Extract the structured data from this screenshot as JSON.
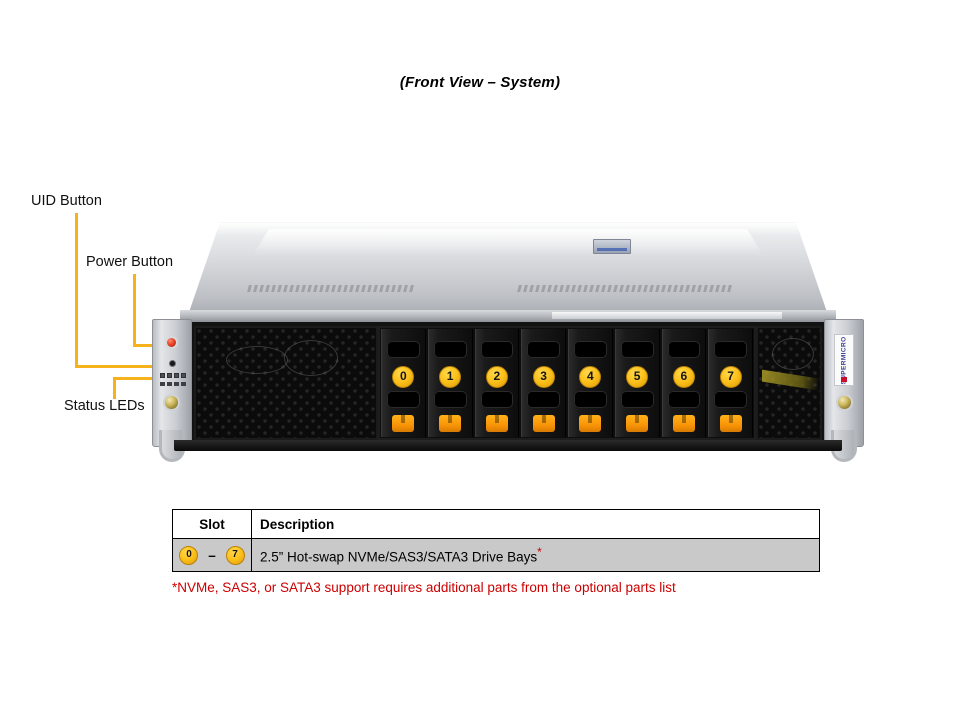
{
  "figure": {
    "title": "(Front View – System)"
  },
  "callouts": [
    {
      "id": "uid",
      "label": "UID Button"
    },
    {
      "id": "power",
      "label": "Power Button"
    },
    {
      "id": "leds",
      "label": "Status LEDs"
    }
  ],
  "chassis": {
    "brand_logo": "SUPERMICRO",
    "drive_bays": [
      {
        "slot": "0"
      },
      {
        "slot": "1"
      },
      {
        "slot": "2"
      },
      {
        "slot": "3"
      },
      {
        "slot": "4"
      },
      {
        "slot": "5"
      },
      {
        "slot": "6"
      },
      {
        "slot": "7"
      }
    ]
  },
  "table": {
    "headers": {
      "slot": "Slot",
      "description": "Description"
    },
    "rows": [
      {
        "slot_from": "0",
        "slot_separator": "–",
        "slot_to": "7",
        "description": "2.5” Hot-swap NVMe/SAS3/SATA3 Drive Bays",
        "description_marker": "*"
      }
    ]
  },
  "footnote": {
    "text": "*NVMe, SAS3, or SATA3 support requires additional parts from the optional parts list"
  },
  "colors": {
    "accent_amber": "#f6b21b",
    "badge_yellow": "#fcc11a",
    "latch_orange": "#f99406",
    "footnote_red": "#cc0000",
    "table_row_gray": "#c9c9c9",
    "power_button_red": "#e8452a"
  }
}
